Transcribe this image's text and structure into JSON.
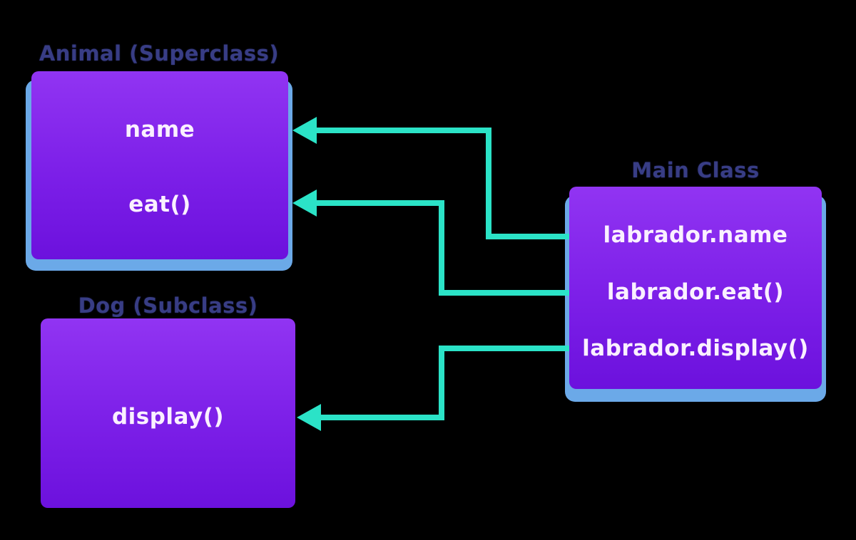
{
  "colors": {
    "background": "#000000",
    "box_gradient_top": "#9134F2",
    "box_gradient_bottom": "#6C11DD",
    "shadow_blue": "#6BA9E8",
    "arrow_teal": "#2BE3C7",
    "heading_navy": "#383D85",
    "member_text": "#FAF0FF"
  },
  "superclass": {
    "heading": "Animal (Superclass)",
    "members": [
      "name",
      "eat()"
    ]
  },
  "subclass": {
    "heading": "Dog (Subclass)",
    "members": [
      "display()"
    ]
  },
  "main_class": {
    "heading": "Main Class",
    "members": [
      "labrador.name",
      "labrador.eat()",
      "labrador.display()"
    ]
  },
  "connections": [
    {
      "from": "labrador.name",
      "to": "name"
    },
    {
      "from": "labrador.eat()",
      "to": "eat()"
    },
    {
      "from": "labrador.display()",
      "to": "display()"
    }
  ]
}
